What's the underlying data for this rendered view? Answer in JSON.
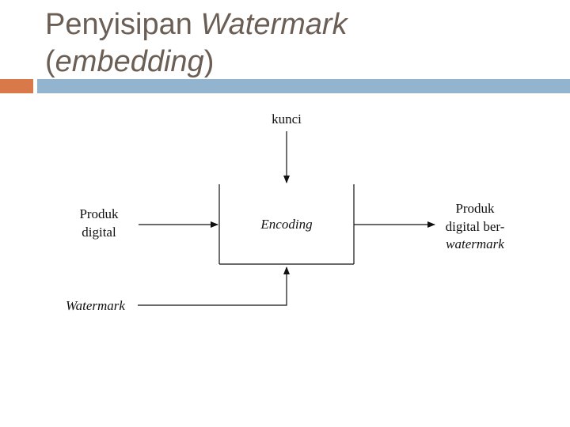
{
  "slide": {
    "title_plain_1": "Penyisipan ",
    "title_italic_1": "Watermark",
    "title_plain_2": "(",
    "title_italic_2": "embedding",
    "title_plain_3": ")"
  },
  "diagram": {
    "key_label": "kunci",
    "process_label": "Encoding",
    "input_label_line1": "Produk",
    "input_label_line2": "digital",
    "watermark_label": "Watermark",
    "output_label_line1": "Produk",
    "output_label_line2": "digital ber-",
    "output_label_line3": "watermark"
  },
  "colors": {
    "title_text": "#6b5e55",
    "accent_orange": "#d9794a",
    "accent_blue": "#93b4cf",
    "diagram_line": "#111111"
  }
}
